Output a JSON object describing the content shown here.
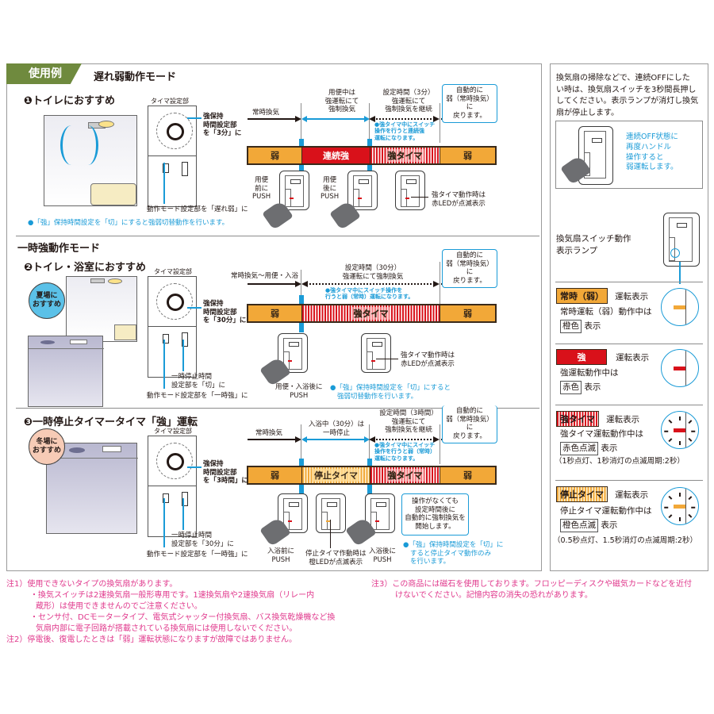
{
  "header": {
    "tag": "使用例",
    "mode1_title": "遅れ弱動作モード",
    "mode2_title": "一時強動作モード"
  },
  "colors": {
    "weak_orange": "#f2a838",
    "strong_red": "#d9111a",
    "accent_blue": "#1a9bd7",
    "tag_green": "#6f8a3e",
    "note_pink": "#e0388c"
  },
  "section1": {
    "title": "❶トイレにおすすめ",
    "timer_label": "タイマ設定部",
    "timer_callout": [
      "強保持",
      "時間設定部",
      "を「3分」に"
    ],
    "mode_callout": "動作モード設定部を「遅れ弱」に",
    "blue_note": "●「強」保持時間設定を「切」にすると強弱切替動作を行います。",
    "timeline": {
      "label1": "常時換気",
      "label2": [
        "用便中は",
        "強運転にて",
        "強制換気"
      ],
      "label3": [
        "設定時間（3分）",
        "強運転にて",
        "強制換気を継続"
      ],
      "callout": [
        "自動的に",
        "弱（常時換気）に",
        "戻ります。"
      ],
      "blue_note": [
        "●強タイマ中にスイッチ",
        "操作を行うと連続強",
        "運転になります。"
      ],
      "segments": [
        "弱",
        "連続強",
        "強タイマ",
        "弱"
      ],
      "push1": [
        "用便",
        "前に",
        "PUSH"
      ],
      "push2": [
        "用便",
        "後に",
        "PUSH"
      ],
      "led_note": [
        "強タイマ動作時は",
        "赤LEDが点滅表示"
      ]
    }
  },
  "section2": {
    "title": "❷トイレ・浴室におすすめ",
    "badge": [
      "夏場に",
      "おすすめ"
    ],
    "timer_label": "タイマ設定部",
    "timer_callout": [
      "強保持",
      "時間設定部",
      "を「30分」に"
    ],
    "pause_callout": [
      "一時停止時間",
      "設定部を「切」に"
    ],
    "mode_callout": "動作モード設定部を「一時強」に",
    "timeline": {
      "label1": "常時換気〜用便・入浴",
      "label2": [
        "設定時間（30分）",
        "強運転にて強制換気"
      ],
      "callout": [
        "自動的に",
        "弱（常時換気）に",
        "戻ります。"
      ],
      "blue_note": [
        "●強タイマ中にスイッチ操作を",
        "行うと弱（常時）運転になります。"
      ],
      "segments": [
        "弱",
        "強タイマ",
        "弱"
      ],
      "push": [
        "用便・入浴後に",
        "PUSH"
      ],
      "led_note": [
        "強タイマ動作時は",
        "赤LEDが点滅表示"
      ],
      "bottom_note": [
        "●「強」保持時間設定を「切」にすると",
        "強弱切替動作を行います。"
      ]
    }
  },
  "section3": {
    "title": "❸一時停止タイマータイマ「強」運転",
    "badge": [
      "冬場に",
      "おすすめ"
    ],
    "timer_label": "タイマ設定部",
    "timer_callout": [
      "強保持",
      "時間設定部",
      "を「3時間」に"
    ],
    "pause_callout": [
      "一時停止時間",
      "設定部を「30分」に"
    ],
    "mode_callout": "動作モード設定部を「一時強」に",
    "timeline": {
      "label1": "常時換気",
      "label2": [
        "入浴中（30分）は",
        "一時停止"
      ],
      "label3": [
        "設定時間（3時間）",
        "強運転にて",
        "強制換気を継続"
      ],
      "callout": [
        "自動的に",
        "弱（常時換気）に",
        "戻ります。"
      ],
      "blue_note": [
        "●強タイマ中にスイッチ",
        "操作を行うと弱（常時）",
        "運転になります。"
      ],
      "segments": [
        "弱",
        "停止タイマ",
        "強タイマ",
        "弱"
      ],
      "push1": [
        "入浴前に",
        "PUSH"
      ],
      "push2": [
        "入浴後に",
        "PUSH"
      ],
      "led_note": [
        "停止タイマ作動時は",
        "橙LEDが点滅表示"
      ],
      "callout2": [
        "操作がなくても",
        "設定時間後に",
        "自動的に強制換気を",
        "開始します。"
      ],
      "bottom_note": [
        "●「強」保持時間設定を「切」に",
        "すると停止タイマ動作のみ",
        "を行います。"
      ]
    }
  },
  "side": {
    "intro": [
      "換気扇の掃除などで、連続OFFにした",
      "い時は、換気扇スイッチを3秒間長押し",
      "してください。表示ランプが消灯し換気",
      "扇が停止します。"
    ],
    "box_note": [
      "連続OFF状態に",
      "再度ハンドル",
      "操作すると",
      "弱運転します。"
    ],
    "lamp_title": [
      "換気扇スイッチ動作",
      "表示ランプ"
    ],
    "lamps": [
      {
        "label": "常時（弱）",
        "suffix": "運転表示",
        "desc": "常時運転（弱）動作中は",
        "color_word": "橙色",
        "show": "表示",
        "period": ""
      },
      {
        "label": "強",
        "suffix": "運転表示",
        "desc": "強運転動作中は",
        "color_word": "赤色",
        "show": "表示",
        "period": ""
      },
      {
        "label": "強タイマ",
        "suffix": "運転表示",
        "desc": "強タイマ運転動作中は",
        "color_word": "赤色点滅",
        "show": "表示",
        "period": "（1秒点灯、1秒消灯の点滅周期:2秒）"
      },
      {
        "label": "停止タイマ",
        "suffix": "運転表示",
        "desc": "停止タイマ運転動作中は",
        "color_word": "橙色点滅",
        "show": "表示",
        "period": "（0.5秒点灯、1.5秒消灯の点滅周期:2秒）"
      }
    ]
  },
  "notes": {
    "n1": "注1）使用できないタイプの換気扇があります。",
    "n1a": "・換気スイッチは2速換気扇一般形専用です。1速換気扇や2速換気扇（リレー内",
    "n1a2": "蔵形）は使用できませんのでご注意ください。",
    "n1b": "・センサ付、DCモータータイプ、電気式シャッター付換気扇、バス換気乾燥機など換",
    "n1b2": "気扇内部に電子回路が搭載されている換気扇には使用しないでください。",
    "n2": "注2）停電後、復電したときは「弱」運転状態になりますが故障ではありません。",
    "n3": "注3）この商品には磁石を使用しております。フロッピーディスクや磁気カードなどを近付",
    "n3b": "けないでください。記憶内容の消失の恐れがあります。"
  }
}
